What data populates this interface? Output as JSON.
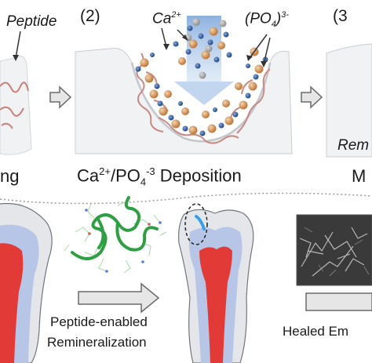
{
  "top_panel": {
    "step1": {
      "peptide_label": "Peptide",
      "caption_fragment": "ng"
    },
    "step2": {
      "number": "(2)",
      "ca_label": "Ca",
      "ca_charge": "2+",
      "po4_label_open": "(PO",
      "po4_sub": "4",
      "po4_label_close": ")",
      "po4_charge": "3-",
      "caption_ca": "Ca",
      "caption_ca_sup": "2+",
      "caption_slash_po": "/PO",
      "caption_po_sub": "4",
      "caption_po_sup": "-3",
      "caption_rest": " Deposition"
    },
    "step3": {
      "number": "(3",
      "inner_fragment": "Rem",
      "caption_fragment": "M"
    }
  },
  "bottom_panel": {
    "caption_line1": "Peptide-enabled",
    "caption_line2": "Remineralization",
    "healed_fragment": "Healed Em"
  },
  "colors": {
    "enamel": "#e4e6ea",
    "dentin": "#b7c6e6",
    "pulp": "#e23a36",
    "peptide_strand": "#2ea043",
    "calcium": "#d89a5c",
    "phosphate": "#2f5d9c",
    "arrow_fill": "#e6e6e6",
    "arrow_stroke": "#6a6a6a"
  }
}
